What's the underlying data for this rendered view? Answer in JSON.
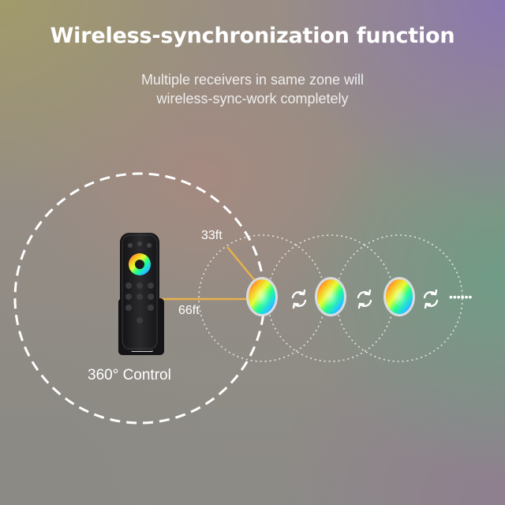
{
  "title": "Wireless-synchronization function",
  "subtitle": {
    "line1": "Multiple receivers in same zone will",
    "line2": "wireless-sync-work completely"
  },
  "labels": {
    "range_short": "33ft",
    "range_long": "66ft",
    "control": "360° Control",
    "more": "••••••"
  },
  "colors": {
    "range_line": "#e8b24a",
    "circle": "#ffffff",
    "sync_icon": "#ffffff",
    "remote_body": "#1e1e20"
  },
  "icons": [
    "remote-control",
    "rgb-light-receiver",
    "sync-icon"
  ],
  "receivers": 3
}
